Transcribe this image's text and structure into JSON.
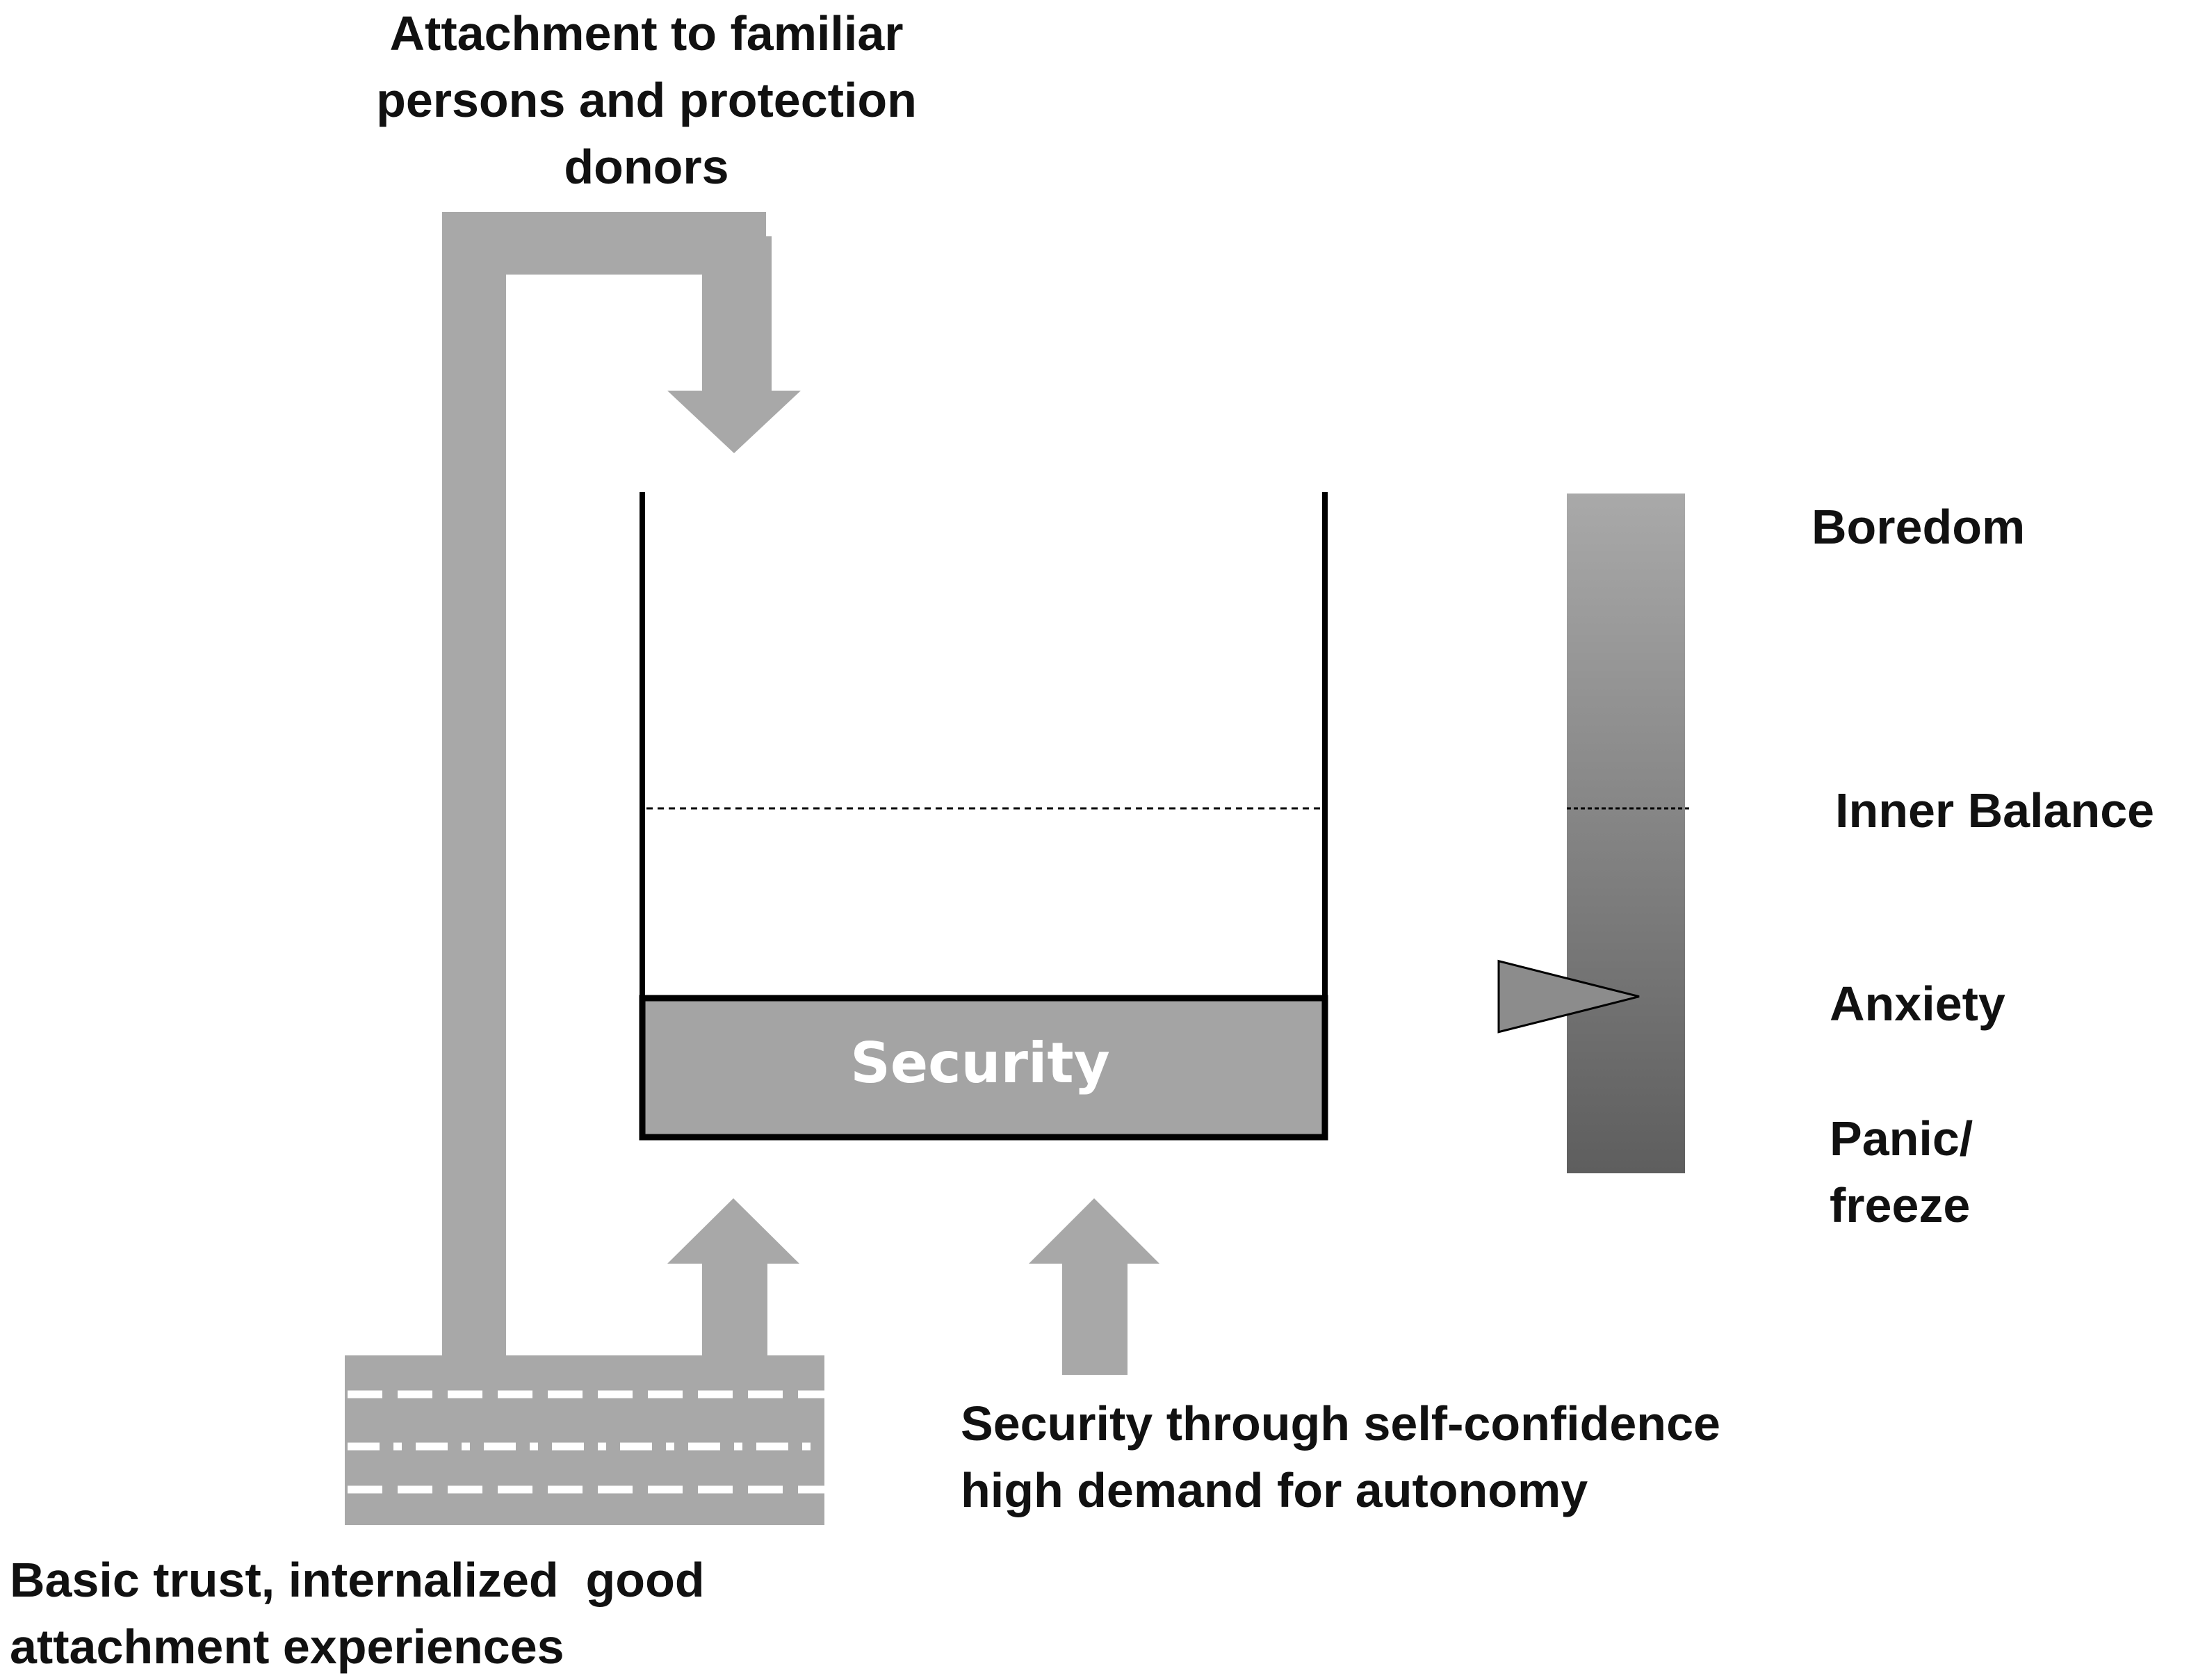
{
  "labels": {
    "attachment": [
      "Attachment to familiar",
      "persons and protection",
      "donors"
    ],
    "basic_trust": [
      "Basic trust, internalized  good",
      "attachment experiences"
    ],
    "self_confidence": [
      "Security through self-confidence",
      "high demand for autonomy"
    ],
    "security": "Security"
  },
  "scale": {
    "boredom": "Boredom",
    "inner_balance": "Inner Balance",
    "anxiety": "Anxiety",
    "panic": [
      "Panic/",
      "freeze"
    ],
    "indicator_level": 0.74
  },
  "colors": {
    "arrow_gray": "#a8a8a8",
    "security_fill": "#a4a4a4",
    "scale_top": "#a9a9a9",
    "scale_bottom": "#5e5e5e",
    "outline": "#000000",
    "road_dash": "#ffffff"
  }
}
